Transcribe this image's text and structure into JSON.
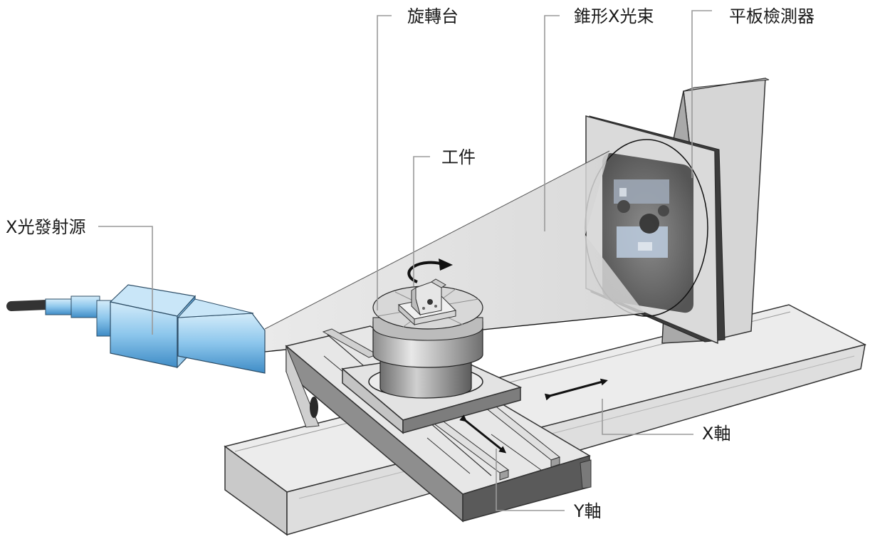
{
  "labels": {
    "xray_source": "X光發射源",
    "rotary_table": "旋轉台",
    "cone_beam": "錐形X光束",
    "flat_panel_detector": "平板檢測器",
    "workpiece": "工件",
    "x_axis": "X軸",
    "y_axis": "Y軸"
  },
  "colors": {
    "source_blue": "#5fa8d9",
    "source_light": "#bfe1f5",
    "frame_gray": "#dcdcdc",
    "frame_dark": "#4a4a4a",
    "beam": "#d9d9d9",
    "detector_screen": "#5c5c5c",
    "leader_line": "#9a9a9a"
  }
}
